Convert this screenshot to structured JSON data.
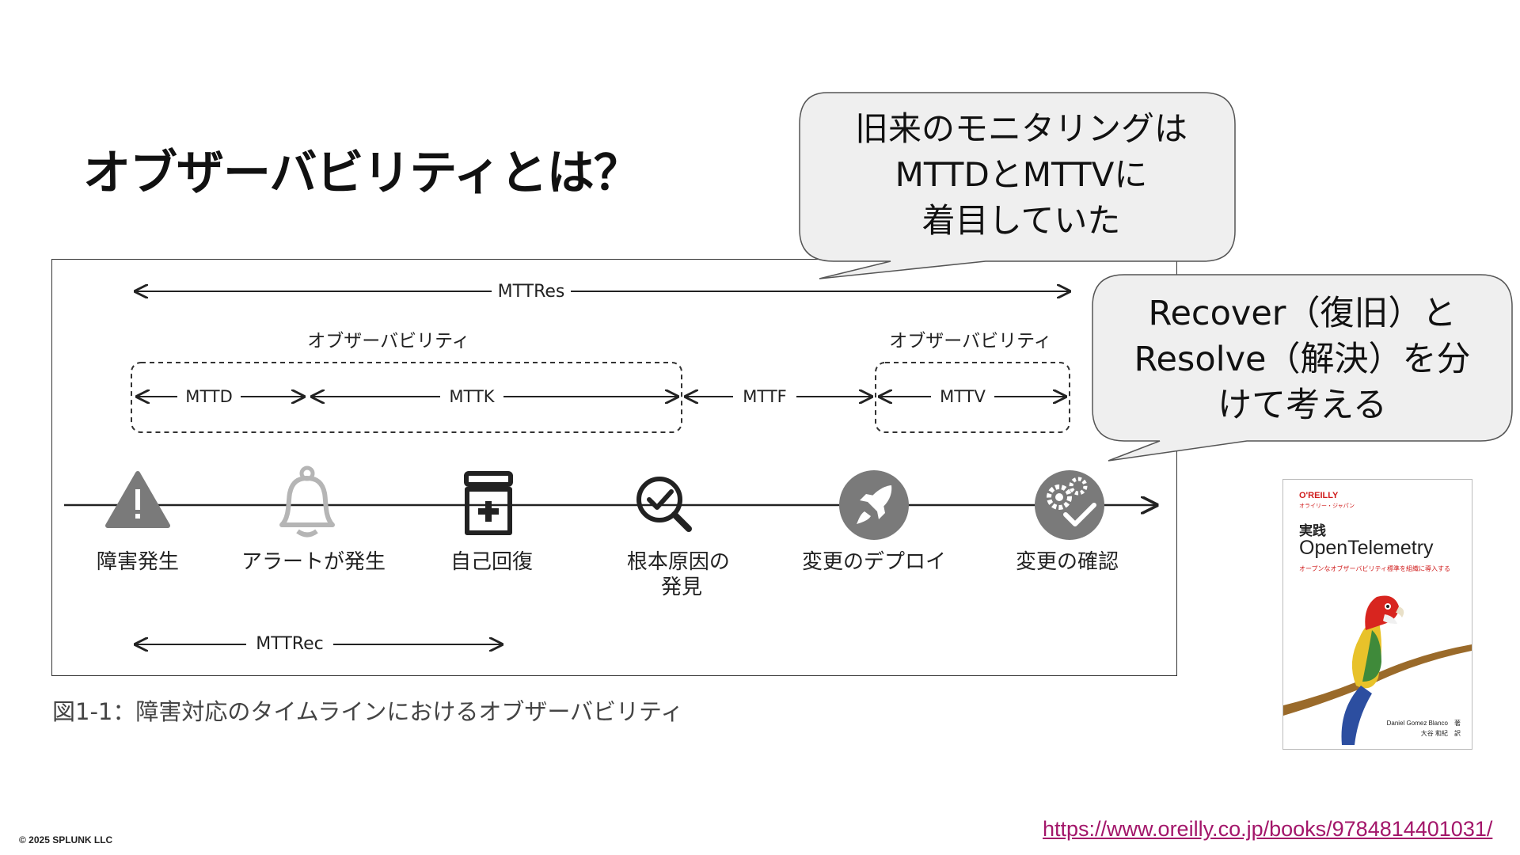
{
  "slide": {
    "title": "オブザーバビリティとは？",
    "copyright": "© 2025 SPLUNK LLC",
    "url": "https://www.oreilly.co.jp/books/9784814401031/"
  },
  "figure": {
    "caption": "図1-1：障害対応のタイムラインにおけるオブザーバビリティ",
    "spans": {
      "mttres": "MTTRes",
      "mttd": "MTTD",
      "mttk": "MTTK",
      "mttf": "MTTF",
      "mttv": "MTTV",
      "mttrec": "MTTRec"
    },
    "group_label_left": "オブザーバビリティ",
    "group_label_right": "オブザーバビリティ",
    "steps": [
      {
        "label": "障害発生",
        "icon": "warning-icon"
      },
      {
        "label": "アラートが発生",
        "icon": "bell-icon"
      },
      {
        "label": "自己回復",
        "icon": "medicine-bottle-icon"
      },
      {
        "label": "根本原因の\n発見",
        "icon": "magnifier-check-icon"
      },
      {
        "label": "変更のデプロイ",
        "icon": "rocket-icon"
      },
      {
        "label": "変更の確認",
        "icon": "gears-check-icon"
      }
    ]
  },
  "callouts": {
    "top": "旧来のモニタリングは\nMTTDとMTTVに\n着目していた",
    "right": "Recover（復旧）と\nResolve（解決）を分\nけて考える"
  },
  "book": {
    "publisher": "O'REILLY",
    "publisher_sub": "オライリー・ジャパン",
    "title_line1": "実践",
    "title_line2": "OpenTelemetry",
    "subtitle": "オープンなオブザーバビリティ標準を組織に導入する",
    "author": "Daniel Gomez Blanco　著",
    "translator": "大谷 和紀　訳"
  },
  "colors": {
    "icon_gray": "#7a7a7a",
    "bubble_fill": "#efefef",
    "link": "#a3166a",
    "publisher_red": "#d01c1c"
  }
}
